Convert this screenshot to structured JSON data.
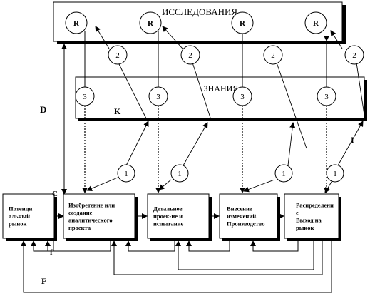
{
  "top_band": {
    "title": "ИССЛЕДОВАНИЯ"
  },
  "middle_band": {
    "title": "ЗНАНИЯ"
  },
  "node_labels": {
    "research": "R",
    "knowledge": "3",
    "link_up": "2",
    "link_stage": "1"
  },
  "letters": {
    "D": "D",
    "K": "K",
    "C": "C",
    "I": "I",
    "f": "f",
    "F": "F"
  },
  "stages": [
    {
      "lines": [
        "Потенци",
        "альный",
        "рынок"
      ]
    },
    {
      "lines": [
        "Изобретение или",
        "создание",
        "аналитического",
        "проекта"
      ]
    },
    {
      "lines": [
        "Детальное",
        "проек-ие и",
        "испытание"
      ]
    },
    {
      "lines": [
        "Внесение",
        "изменений.",
        "Производство"
      ]
    },
    {
      "lines": [
        "Распределени",
        "е",
        "Выход на",
        "рынок"
      ]
    }
  ]
}
